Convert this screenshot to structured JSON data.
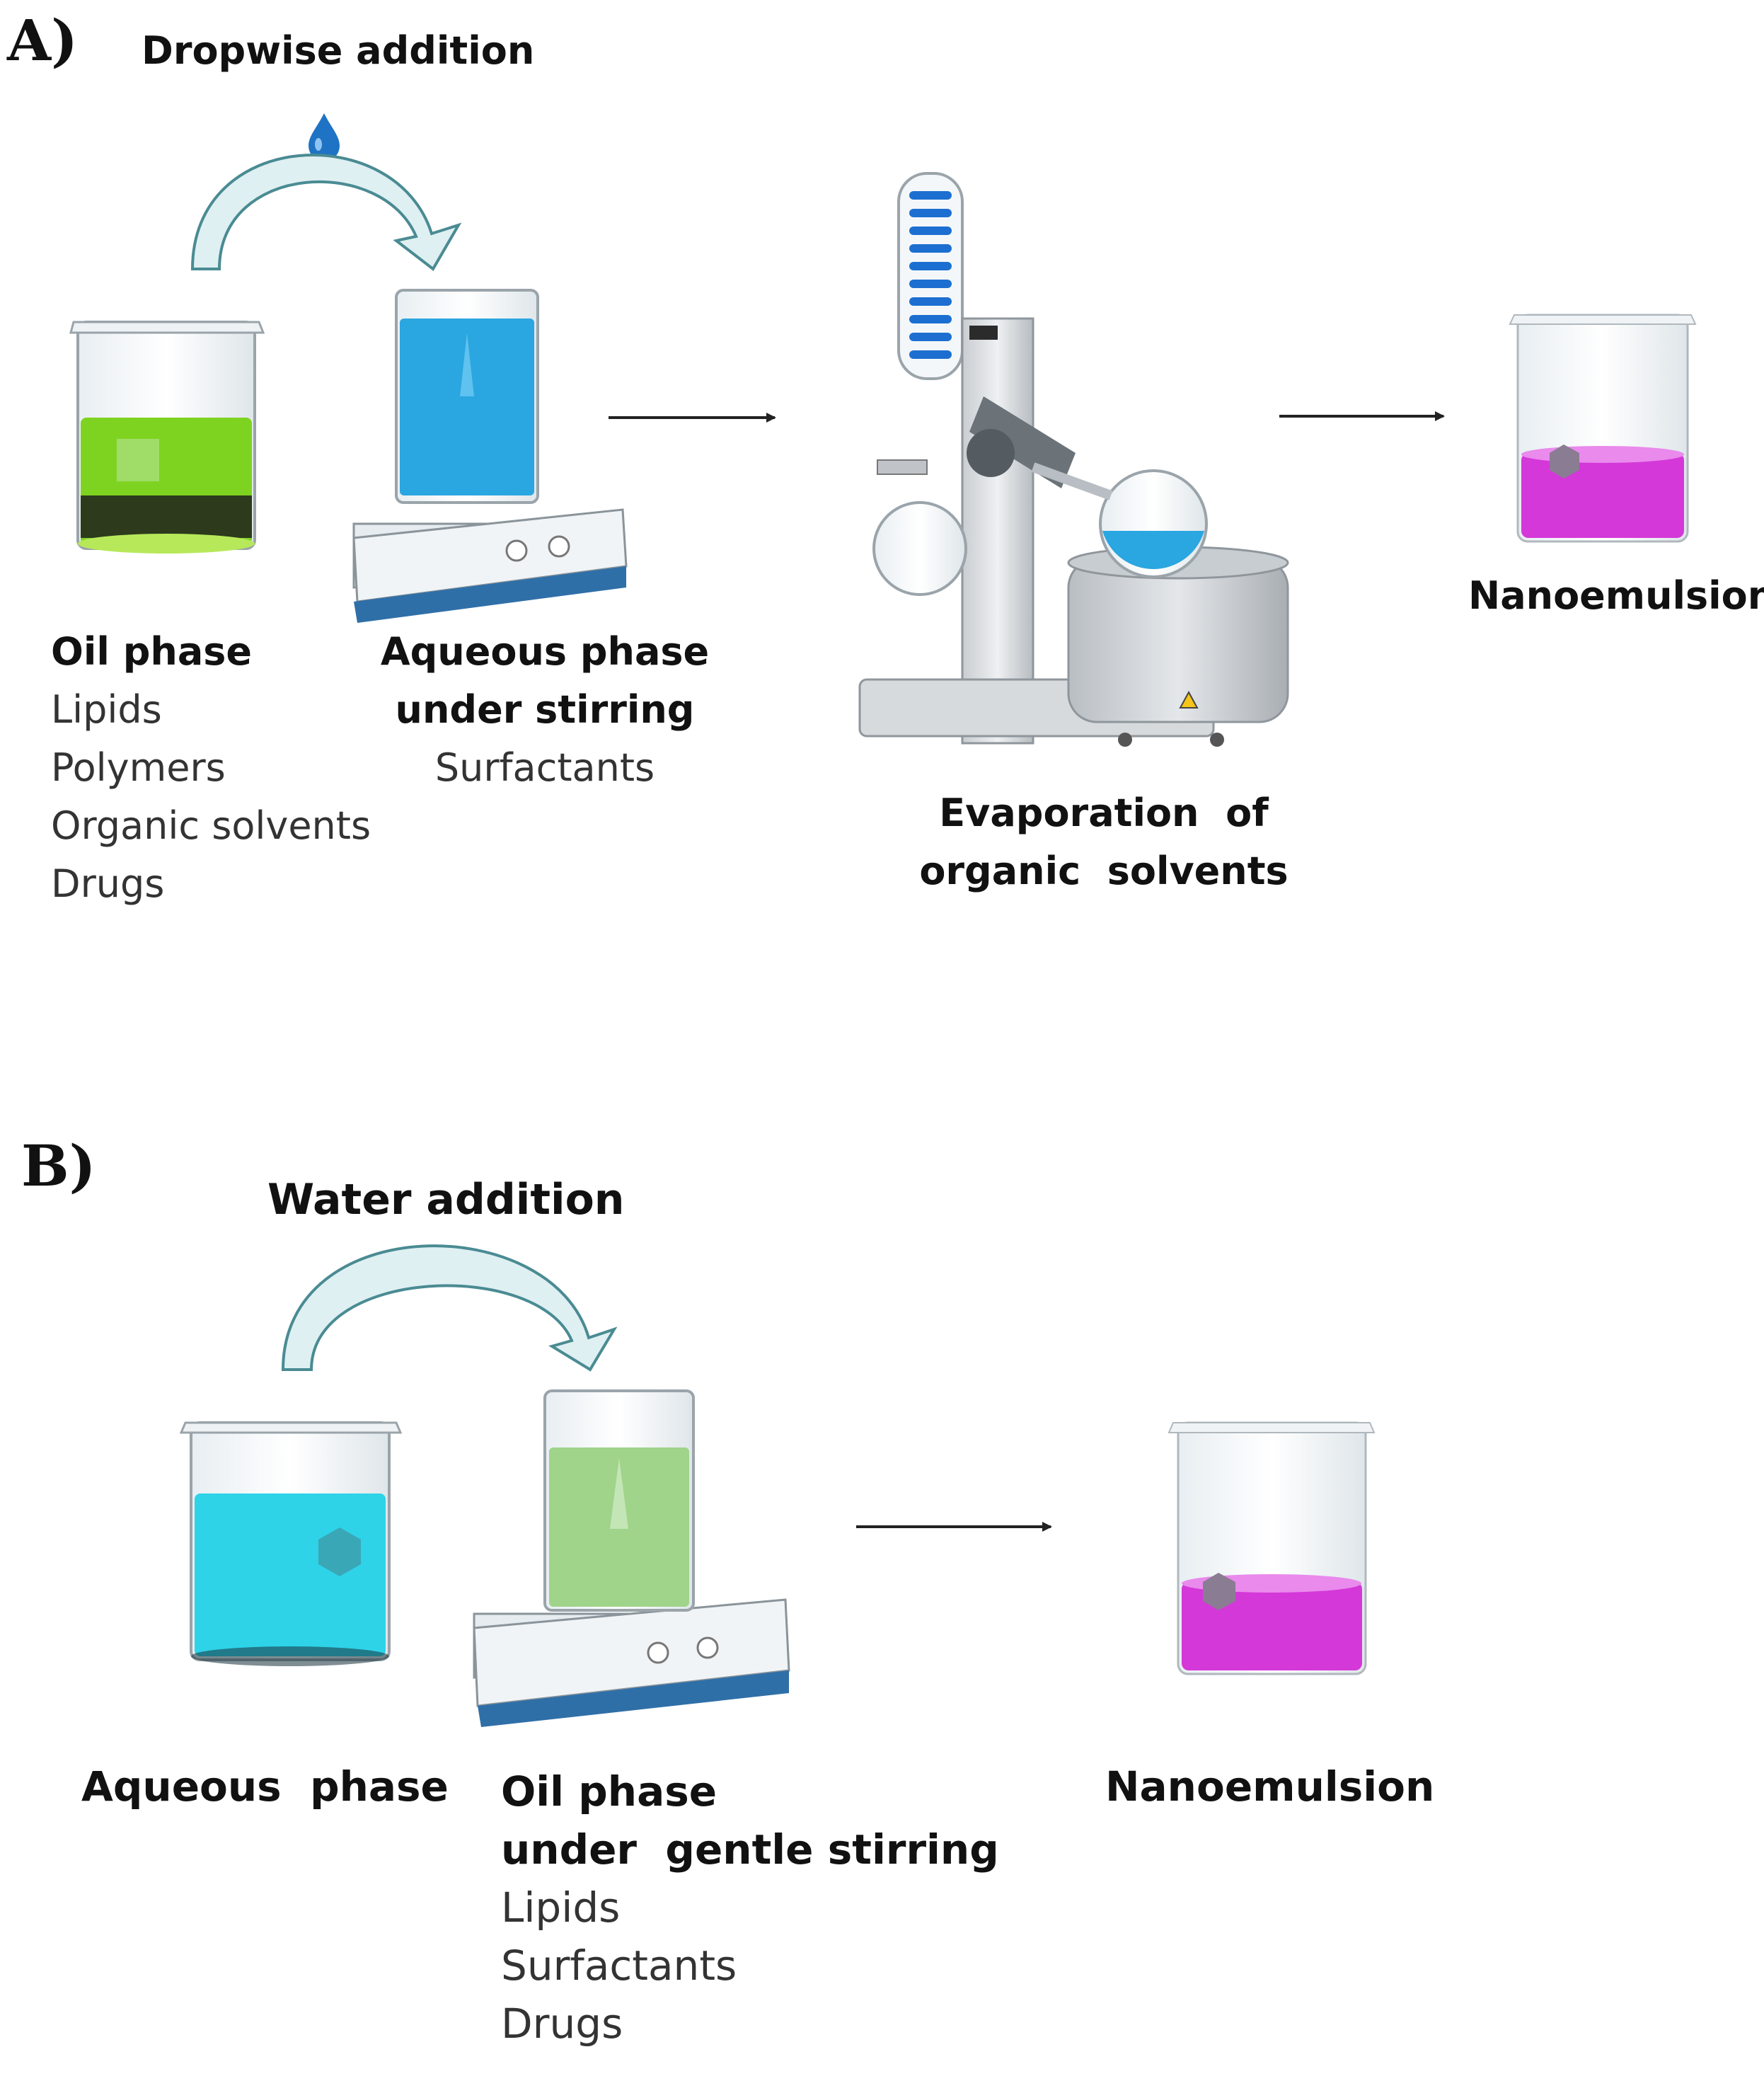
{
  "panel_a": {
    "label": "A)",
    "addition_label": "Dropwise addition",
    "oil": {
      "title": "Oil phase",
      "items": [
        "Lipids",
        "Polymers",
        "Organic solvents",
        "Drugs"
      ]
    },
    "aqueous": {
      "title_lines": [
        "Aqueous phase",
        "under stirring"
      ],
      "items": [
        "Surfactants"
      ]
    },
    "evaporation": {
      "title_lines": [
        "Evaporation  of",
        "organic  solvents"
      ]
    },
    "result": "Nanoemulsion"
  },
  "panel_b": {
    "label": "B)",
    "addition_label": "Water addition",
    "aqueous": {
      "title": "Aqueous  phase"
    },
    "oil": {
      "title_lines": [
        "Oil phase",
        "under  gentle stirring"
      ],
      "items": [
        "Lipids",
        "Surfactants",
        "Drugs"
      ]
    },
    "result": "Nanoemulsion"
  },
  "colors": {
    "oil_green": "#7ed321",
    "aqueous_blue": "#2aa6e0",
    "aqueous_cyan": "#2ed3e8",
    "oil_pale_green": "#9fd48a",
    "nano_magenta": "#d438d8",
    "arrow_teal": "#d8eef0",
    "stirrer_blue": "#2f6fa8"
  }
}
